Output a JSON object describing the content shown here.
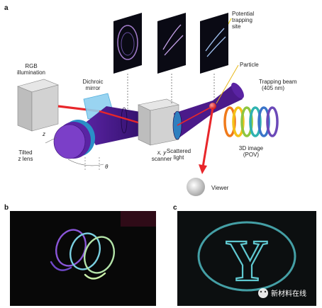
{
  "panel_a": {
    "letter": "a",
    "labels": {
      "rgb_illumination": [
        "RGB",
        "illumination"
      ],
      "dichroic_mirror": [
        "Dichroic",
        "mirror"
      ],
      "potential_trapping_site": [
        "Potential",
        "trapping",
        "site"
      ],
      "particle": "Particle",
      "trapping_beam": [
        "Trapping beam",
        "(405 nm)"
      ],
      "tilted_z_lens": [
        "Tilted",
        "z lens"
      ],
      "xy_scanner": [
        "x, y",
        "scanner"
      ],
      "scattered_light": [
        "Scattered",
        "light"
      ],
      "image_3d": [
        "3D image",
        "(POV)"
      ],
      "viewer": "Viewer",
      "axis_z": "z",
      "axis_theta": "θ"
    }
  },
  "panel_b": {
    "letter": "b"
  },
  "panel_c": {
    "letter": "c",
    "glyph": "Y"
  },
  "watermark": "新材料在线",
  "colors": {
    "laser_red": "#e8262a",
    "beam_purple": "#4b1a8a",
    "lens_blue": "#3fa6d9",
    "box_gray": "#d2d2d2"
  }
}
